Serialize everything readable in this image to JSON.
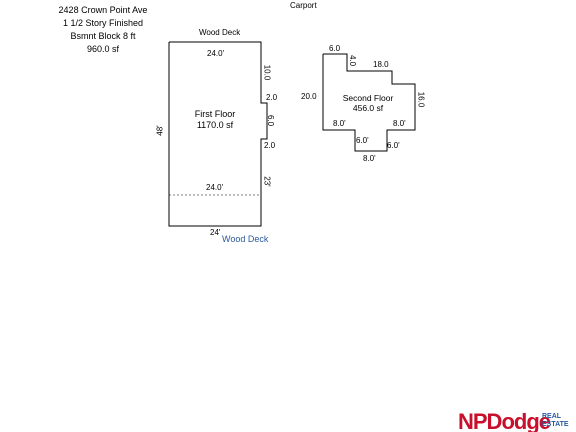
{
  "header": {
    "address": "2428 Crown Point Ave",
    "style": "1 1/2 Story Finished",
    "basement": "Bsmnt Block 8 ft",
    "sqft": "960.0 sf"
  },
  "top_labels": {
    "carport": "Carport",
    "wood_deck_top": "Wood Deck",
    "wood_deck_bottom": "Wood Deck"
  },
  "first_floor": {
    "name": "First Floor",
    "area": "1170.0 sf",
    "dims": {
      "top": "24.0'",
      "right_upper": "10.0",
      "jog_top": "2.0",
      "jog_depth": "6.0",
      "jog_bottom": "2.0",
      "right_lower": "23'",
      "inner_bottom": "24.0'",
      "left": "48'",
      "bottom": "24'"
    }
  },
  "second_floor": {
    "name": "Second Floor",
    "area": "456.0 sf",
    "dims": {
      "top_left": "6.0",
      "notch": "4.0",
      "top_right": "18.0",
      "left": "20.0",
      "right": "16.0",
      "bottom_left": "8.0'",
      "bottom_right": "8.0'",
      "step_left": "6.0'",
      "step_right": "6.0'",
      "bottom": "8.0'"
    }
  },
  "logo": {
    "brand": "NPDodge",
    "sub1": "REAL",
    "sub2": "ESTATE",
    "colors": {
      "brand": "#c8102e",
      "sub": "#2a5a9e"
    }
  }
}
